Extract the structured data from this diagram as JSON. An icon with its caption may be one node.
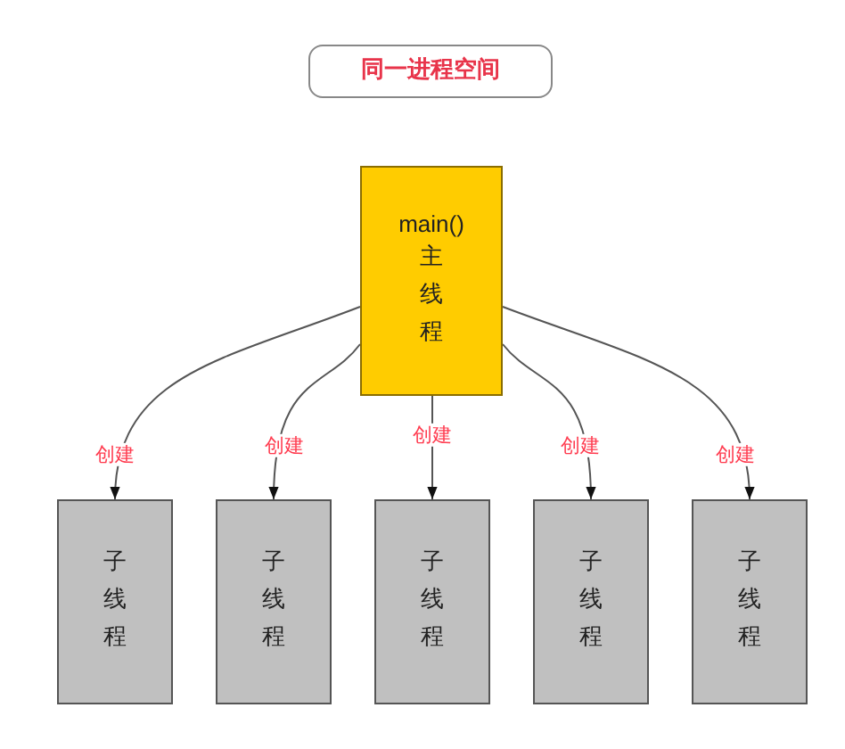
{
  "diagram": {
    "nodes": [
      {
        "text": [
          "同一进程空间"
        ]
      },
      {
        "text": [
          "main()",
          "主线程"
        ]
      },
      {
        "text": [
          "子线程"
        ]
      },
      {
        "text": [
          "子线程"
        ]
      },
      {
        "text": [
          "子线程"
        ]
      },
      {
        "text": [
          "子线程"
        ]
      },
      {
        "text": [
          "子线程"
        ]
      }
    ],
    "edges": [
      {
        "from": 1,
        "to": 2,
        "arrow": "to",
        "label": "创建"
      },
      {
        "from": 1,
        "to": 3,
        "arrow": "to",
        "label": "创建"
      },
      {
        "from": 1,
        "to": 4,
        "arrow": "to",
        "label": "创建"
      },
      {
        "from": 1,
        "to": 5,
        "arrow": "to",
        "label": "创建"
      },
      {
        "from": 1,
        "to": 6,
        "arrow": "to",
        "label": "创建"
      }
    ]
  }
}
